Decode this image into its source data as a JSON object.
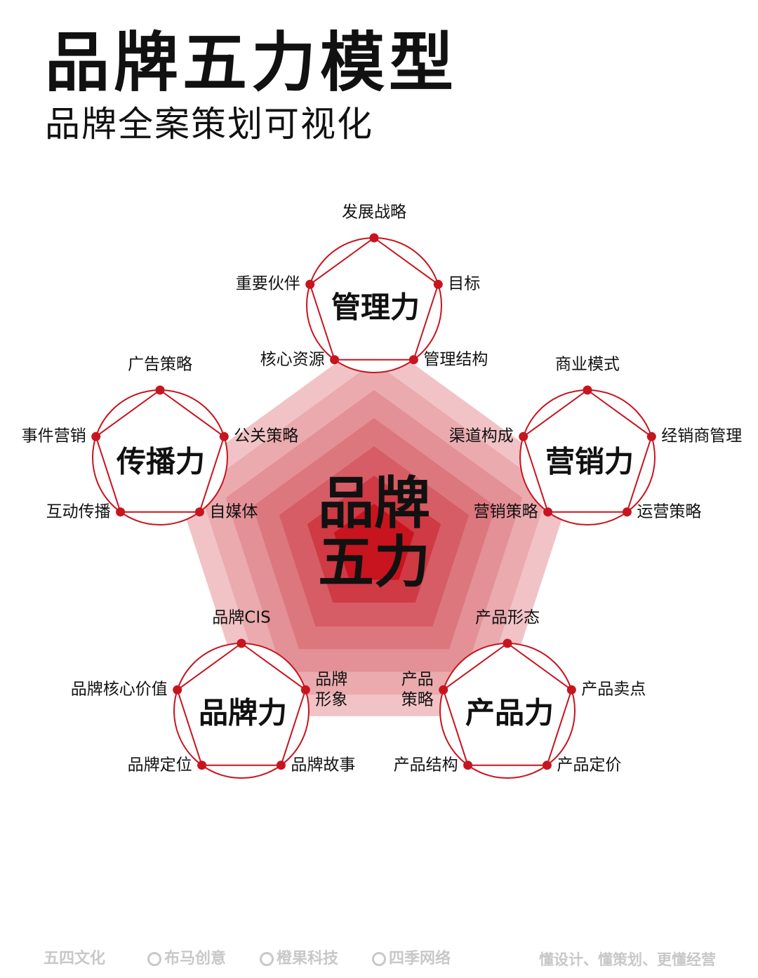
{
  "header": {
    "title": "品牌五力模型",
    "subtitle": "品牌全案策划可视化"
  },
  "diagram": {
    "core_line1": "品牌",
    "core_line2": "五力",
    "accent_color": "#c8141e",
    "forces": [
      {
        "name": "管理力",
        "nodes": [
          "发展战略",
          "目标",
          "管理结构",
          "核心资源",
          "重要伙伴"
        ]
      },
      {
        "name": "营销力",
        "nodes": [
          "商业模式",
          "经销商管理",
          "运营策略",
          "营销策略",
          "渠道构成"
        ]
      },
      {
        "name": "产品力",
        "nodes": [
          "产品形态",
          "产品卖点",
          "产品定价",
          "产品结构",
          "产品\n策略"
        ]
      },
      {
        "name": "品牌力",
        "nodes": [
          "品牌CIS",
          "品牌\n形象",
          "品牌故事",
          "品牌定位",
          "品牌核心价值"
        ]
      },
      {
        "name": "传播力",
        "nodes": [
          "广告策略",
          "公关策略",
          "自媒体",
          "互动传播",
          "事件营销"
        ]
      }
    ]
  },
  "footer": {
    "logos": [
      "五四文化",
      "布马创意",
      "橙果科技",
      "四季网络"
    ],
    "slogan": "懂设计、懂策划、更懂经营"
  }
}
